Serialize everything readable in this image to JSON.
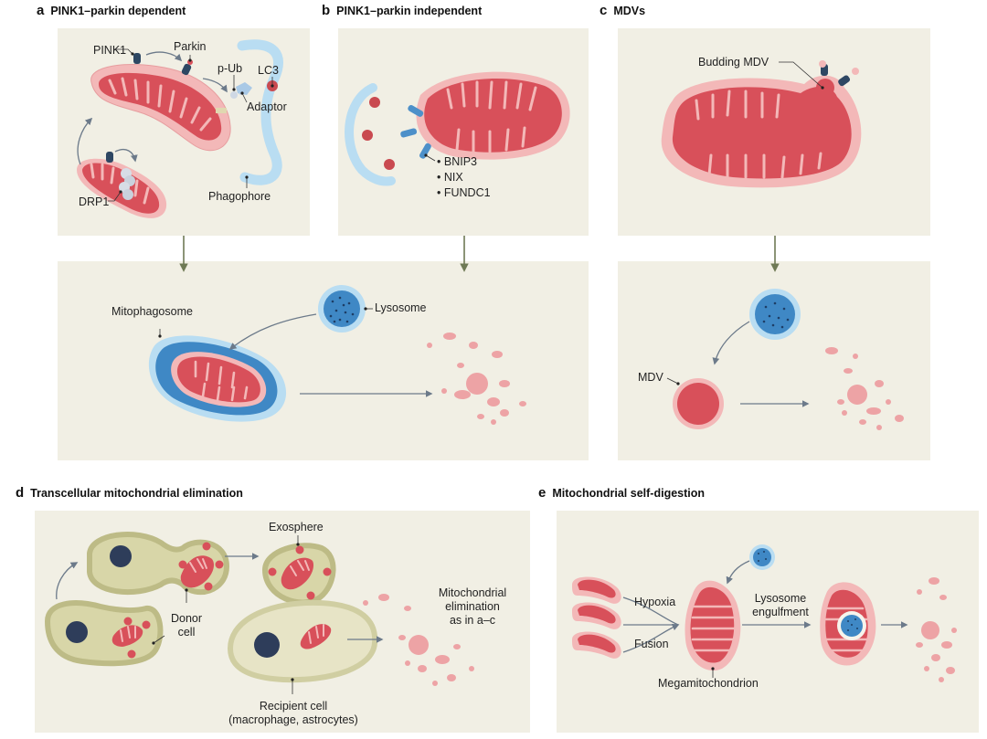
{
  "colors": {
    "panel": "#f1efe4",
    "mito_outer": "#f3b8b8",
    "mito_inner": "#d8505a",
    "vesicle_light": "#b9ddf2",
    "vesicle_blue": "#3f88c5",
    "lysosome_dot": "#1d3e66",
    "receptor_blue": "#4d90c9",
    "pink1_navy": "#2e4763",
    "arrow": "#6f7a55",
    "cell_fill": "#d8d6a8",
    "nucleus": "#2e3d5a"
  },
  "panels": {
    "a": {
      "letter": "a",
      "title": "PINK1–parkin dependent",
      "labels": {
        "pink1": "PINK1",
        "parkin": "Parkin",
        "pub": "p-Ub",
        "lc3": "LC3",
        "adaptor": "Adaptor",
        "drp1": "DRP1",
        "phagophore": "Phagophore"
      }
    },
    "b": {
      "letter": "b",
      "title": "PINK1–parkin independent",
      "receptors": [
        "BNIP3",
        "NIX",
        "FUNDC1"
      ]
    },
    "c": {
      "letter": "c",
      "title": "MDVs",
      "labels": {
        "budding": "Budding MDV",
        "mdv": "MDV"
      }
    },
    "ab_lower": {
      "labels": {
        "mitophagosome": "Mitophagosome",
        "lysosome": "Lysosome"
      }
    },
    "d": {
      "letter": "d",
      "title": "Transcellular mitochondrial elimination",
      "labels": {
        "exosphere": "Exosphere",
        "donor": [
          "Donor",
          "cell"
        ],
        "elimination": [
          "Mitochondrial",
          "elimination",
          "as in a–c"
        ],
        "recipient": [
          "Recipient cell",
          "(macrophage, astrocytes)"
        ]
      }
    },
    "e": {
      "letter": "e",
      "title": "Mitochondrial self-digestion",
      "labels": {
        "hypoxia": "Hypoxia",
        "fusion": "Fusion",
        "lysosome": [
          "Lysosome",
          "engulfment"
        ],
        "mega": "Megamitochondrion"
      }
    }
  }
}
